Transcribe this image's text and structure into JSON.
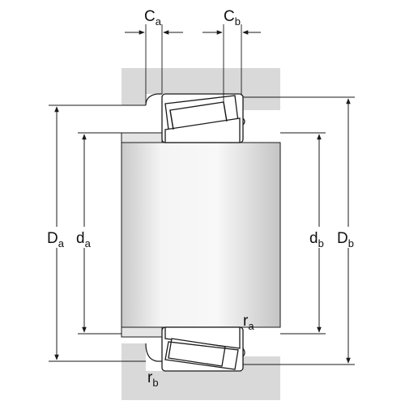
{
  "labels": {
    "Ca": {
      "main": "C",
      "sub": "a"
    },
    "Cb": {
      "main": "C",
      "sub": "b"
    },
    "Da": {
      "main": "D",
      "sub": "a"
    },
    "da": {
      "main": "d",
      "sub": "a"
    },
    "db": {
      "main": "d",
      "sub": "b"
    },
    "Db": {
      "main": "D",
      "sub": "b"
    },
    "ra": {
      "main": "r",
      "sub": "a"
    },
    "rb": {
      "main": "r",
      "sub": "b"
    }
  },
  "colors": {
    "housing": "#d9d9d9",
    "shaft_light": "#f3f3f3",
    "shaft_dark": "#c8c8c8",
    "line": "#1a1a1a",
    "bearing_fill": "#ffffff"
  }
}
